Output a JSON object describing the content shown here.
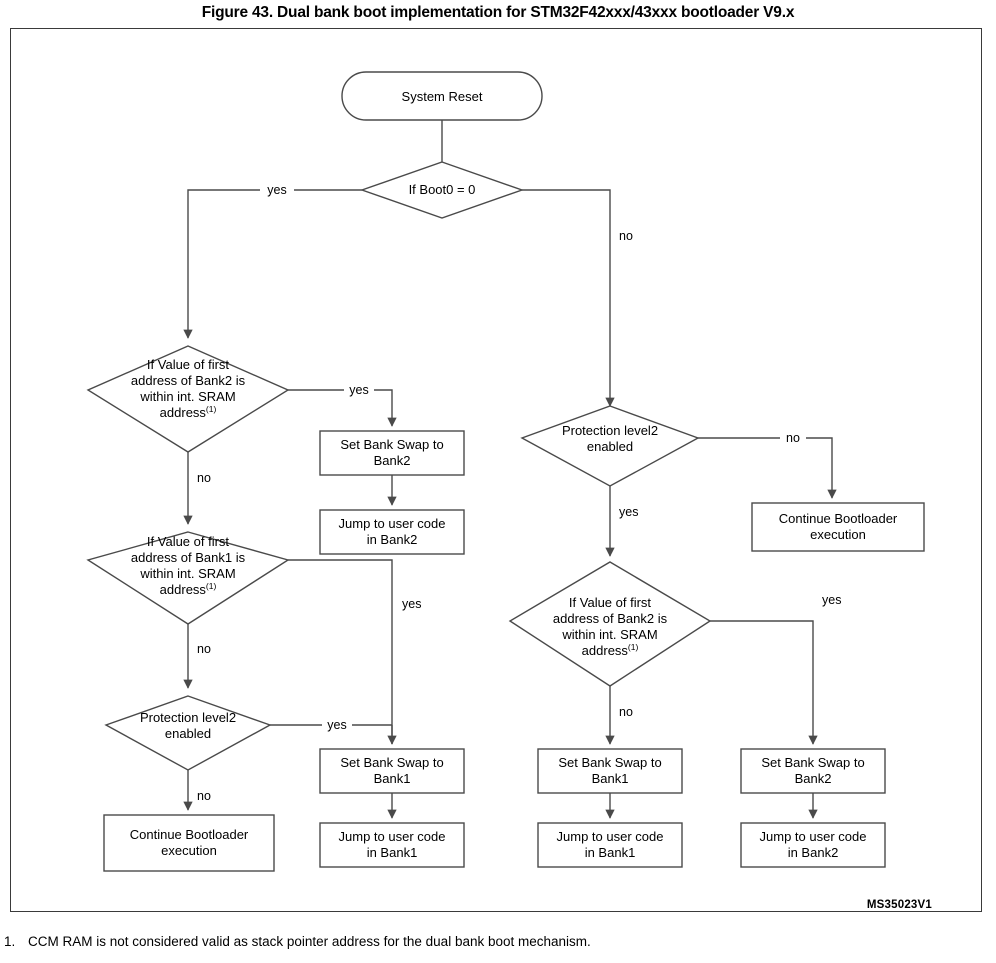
{
  "figure": {
    "title": "Figure 43. Dual bank boot implementation for STM32F42xxx/43xxx bootloader V9.x",
    "diagram_id": "MS35023V1"
  },
  "footnote": {
    "number": "1.",
    "text": "CCM RAM is not considered valid as stack pointer address for the dual bank boot mechanism."
  },
  "nodes": {
    "start": {
      "label": "System Reset",
      "shape": "rounded"
    },
    "d_boot0": {
      "label": "If Boot0 = 0",
      "shape": "diamond"
    },
    "d_left_bank2": {
      "line1": "If Value of first",
      "line2": "address of Bank2 is",
      "line3": "within int. SRAM",
      "line4": "address",
      "sup": "(1)",
      "shape": "diamond"
    },
    "d_left_bank1": {
      "line1": "If Value of first",
      "line2": "address of Bank1 is",
      "line3": "within int. SRAM",
      "line4": "address",
      "sup": "(1)",
      "shape": "diamond"
    },
    "d_left_prot": {
      "line1": "Protection level2",
      "line2": "enabled",
      "shape": "diamond"
    },
    "d_right_prot": {
      "line1": "Protection level2",
      "line2": "enabled",
      "shape": "diamond"
    },
    "d_right_bank2": {
      "line1": "If Value of first",
      "line2": "address of Bank2 is",
      "line3": "within int. SRAM",
      "line4": "address",
      "sup": "(1)",
      "shape": "diamond"
    },
    "b_swap_bank2_top": {
      "line1": "Set Bank Swap to",
      "line2": "Bank2",
      "shape": "rect"
    },
    "b_jump_bank2_top": {
      "line1": "Jump to user code",
      "line2": "in Bank2",
      "shape": "rect"
    },
    "b_cont_right": {
      "line1": "Continue Bootloader",
      "line2": "execution",
      "shape": "rect"
    },
    "b_swap_bank1_left": {
      "line1": "Set Bank Swap to",
      "line2": "Bank1",
      "shape": "rect"
    },
    "b_jump_bank1_left": {
      "line1": "Jump to user code",
      "line2": "in Bank1",
      "shape": "rect"
    },
    "b_cont_left": {
      "line1": "Continue Bootloader",
      "line2": "execution",
      "shape": "rect"
    },
    "b_swap_bank1_mid": {
      "line1": "Set Bank Swap to",
      "line2": "Bank1",
      "shape": "rect"
    },
    "b_jump_bank1_mid": {
      "line1": "Jump to user code",
      "line2": "in Bank1",
      "shape": "rect"
    },
    "b_swap_bank2_right": {
      "line1": "Set Bank Swap to",
      "line2": "Bank2",
      "shape": "rect"
    },
    "b_jump_bank2_right": {
      "line1": "Jump to user code",
      "line2": "in Bank2",
      "shape": "rect"
    }
  },
  "edges": {
    "boot0_yes": "yes",
    "boot0_no": "no",
    "left_bank2_yes": "yes",
    "left_bank2_no": "no",
    "left_bank1_yes": "yes",
    "left_bank1_no": "no",
    "left_prot_yes": "yes",
    "left_prot_no": "no",
    "right_prot_no": "no",
    "right_prot_yes": "yes",
    "right_bank2_yes": "yes",
    "right_bank2_no": "no"
  },
  "colors": {
    "stroke": "#4a4a4a",
    "frame": "#3a3a3a",
    "text": "#000000",
    "background": "#ffffff"
  }
}
